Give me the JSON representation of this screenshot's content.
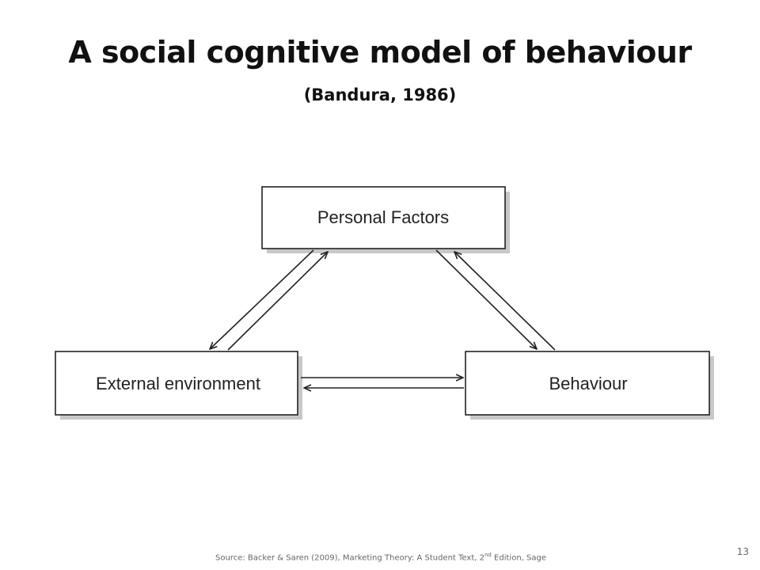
{
  "slide": {
    "title": "A social cognitive model of behaviour",
    "subtitle": "(Bandura, 1986)",
    "source_prefix": "Source: Backer & Saren (2009), Marketing Theory: A Student Text, 2",
    "source_superscript": "nd",
    "source_suffix": " Edition, Sage",
    "page_number": "13"
  },
  "diagram": {
    "nodes": [
      {
        "id": "personal",
        "label": "Personal Factors"
      },
      {
        "id": "environment",
        "label": "External environment"
      },
      {
        "id": "behaviour",
        "label": "Behaviour"
      }
    ],
    "edges": [
      {
        "from": "personal",
        "to": "environment"
      },
      {
        "from": "environment",
        "to": "personal"
      },
      {
        "from": "personal",
        "to": "behaviour"
      },
      {
        "from": "behaviour",
        "to": "personal"
      },
      {
        "from": "environment",
        "to": "behaviour"
      },
      {
        "from": "behaviour",
        "to": "environment"
      }
    ]
  }
}
